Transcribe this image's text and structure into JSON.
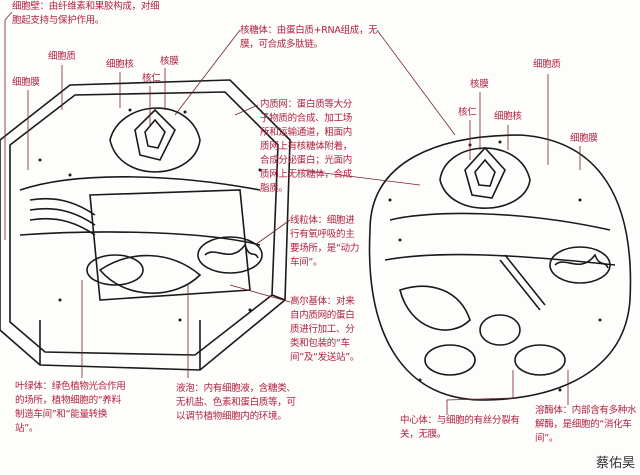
{
  "plant_cell": {
    "cell_wall": "细胞壁：由纤维素和果胶构成，对细胞起支持与保护作用。",
    "cell_membrane": "细胞膜",
    "cytoplasm": "细胞质",
    "nucleus": "细胞核",
    "nucleolus": "核仁",
    "nuclear_membrane": "核膜",
    "ribosome": "核糖体：由蛋白质+RNA组成，无膜，可合成多肽链。",
    "er": "内质网：蛋白质等大分子物质的合成、加工场所和运输通道，粗面内质网上有核糖体附着，合成分泌蛋白；光面内质网上无核糖体，合成脂质。",
    "mitochondrion": "线粒体：细胞进行有氧呼吸的主要场所，是“动力车间”。",
    "golgi": "高尔基体：对来自内质网的蛋白质进行加工、分类和包装的“车间”及“发送站”。",
    "chloroplast": "叶绿体：绿色植物光合作用的场所，植物细胞的“养料制造车间”和“能量转换站”。",
    "vacuole": "液泡：内有细胞液，含糖类、无机盐、色素和蛋白质等，可以调节植物细胞内的环境。"
  },
  "animal_cell": {
    "nuclear_membrane": "核膜",
    "nucleolus": "核仁",
    "nucleus": "细胞核",
    "cytoplasm": "细胞质",
    "cell_membrane": "细胞膜",
    "centrosome": "中心体：与细胞的有丝分裂有关，无膜。",
    "lysosome": "溶酶体：内部含有多种水解酶，是细胞的“消化车间”。"
  },
  "signature": "蔡佑昊",
  "colors": {
    "label": "#b3203f",
    "line": "#1a1a1a"
  }
}
